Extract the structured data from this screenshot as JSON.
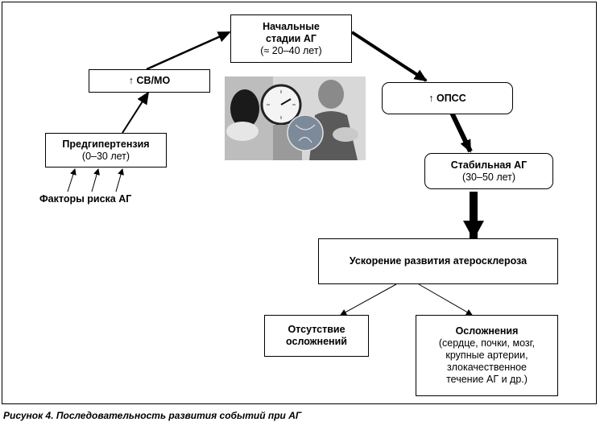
{
  "nodes": {
    "initial_stages": {
      "title": "Начальные",
      "title2": "стадии АГ",
      "sub": "(≈ 20–40 лет)"
    },
    "co_mo": {
      "title": "↑ СВ/МО"
    },
    "prehypertension": {
      "title": "Предгипертензия",
      "sub": "(0–30 лет)"
    },
    "risk_factors": {
      "title": "Факторы риска АГ"
    },
    "opss": {
      "title": "↑ ОПСС"
    },
    "stable_ag": {
      "title": "Стабильная АГ",
      "sub": "(30–50 лет)"
    },
    "atherosclerosis": {
      "title": "Ускорение развития атеросклероза"
    },
    "no_complications": {
      "title": "Отсутствие",
      "title2": "осложнений"
    },
    "complications": {
      "title": "Осложнения",
      "lines": [
        "(сердце, почки, мозг,",
        "крупные артерии,",
        "злокачественное",
        "течение АГ и др.)"
      ]
    }
  },
  "caption": "Рисунок 4. Последовательность развития событий при АГ"
}
